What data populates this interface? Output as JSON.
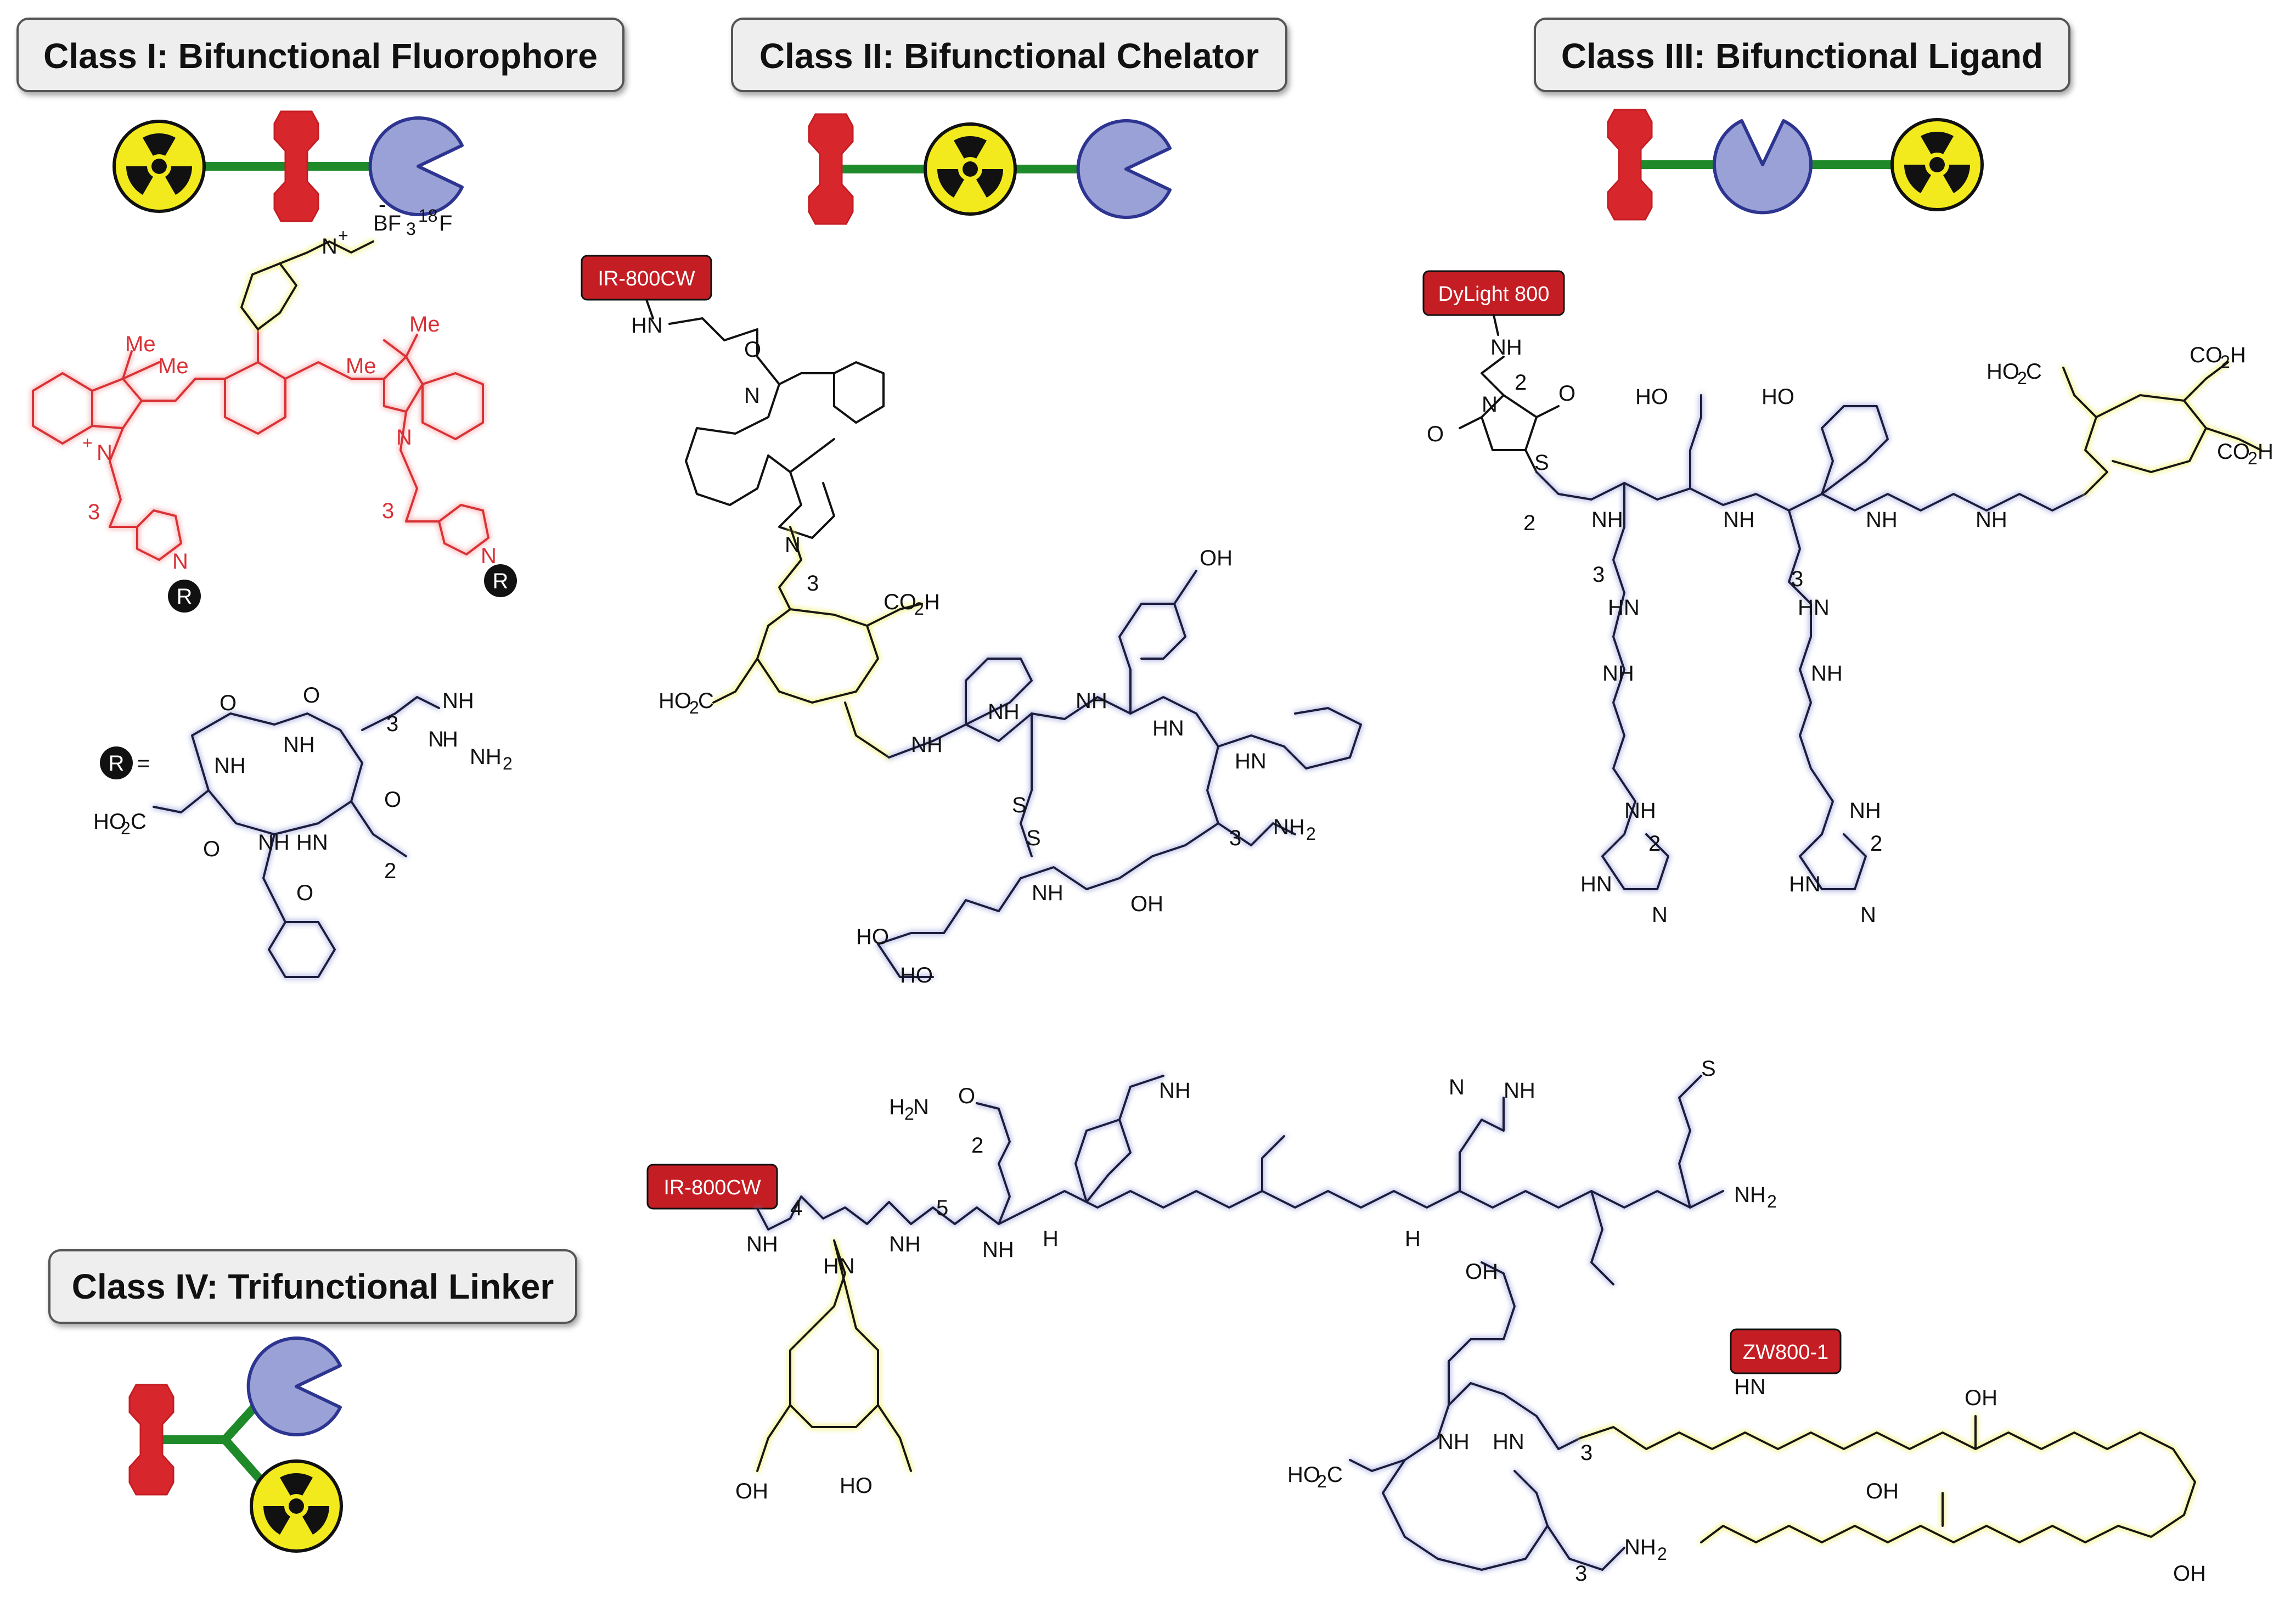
{
  "headers": {
    "class1": "Class I: Bifunctional Fluorophore",
    "class2": "Class II: Bifunctional Chelator",
    "class3": "Class III: Bifunctional Ligand",
    "class4": "Class IV: Trifunctional Linker"
  },
  "tags": {
    "ir800_top": "IR-800CW",
    "dylight": "DyLight 800",
    "ir800_bottom": "IR-800CW",
    "zw800": "ZW800-1"
  },
  "class1": {
    "bf3": "BF",
    "bf3_sub": "3",
    "f18_sup": "18",
    "f18": "F",
    "minus": "-",
    "n_plus": "N",
    "plus": "+",
    "me1": "Me",
    "me2": "Me",
    "me3": "Me",
    "me4": "Me",
    "n_left": "N",
    "n_left_plus": "+",
    "n_right": "N",
    "chain_left": "3",
    "chain_right": "3",
    "triazole_n": "N",
    "r_label": "R",
    "r_equals": "=",
    "peptide": {
      "nh1": "NH",
      "nh2": "NH",
      "nh3": "NH",
      "nh4": "HN",
      "nh5": "NH",
      "co2h": "HO",
      "co2h_rest": "C",
      "co2h_sub": "2",
      "guan_nh": "NH",
      "guan_n": "N",
      "guan_h": "H",
      "guan_nh2": "NH",
      "guan_nh2_sub": "2",
      "chain3": "3",
      "chain2": "2",
      "o": "O"
    }
  },
  "class2": {
    "hn": "HN",
    "o": "O",
    "n": "N",
    "chain3": "3",
    "co2h": "CO",
    "co2h_sub": "2",
    "co2h_h": "H",
    "ho2c": "HO",
    "ho2c_sub": "2",
    "ho2c_c": "C",
    "oh": "OH",
    "nh": "NH",
    "hn2": "HN",
    "s": "S",
    "nh2": "NH",
    "nh2_sub": "2",
    "ho": "HO",
    "h": "H",
    "chain3b": "3"
  },
  "class3": {
    "nh": "NH",
    "n": "N",
    "chain2": "2",
    "o": "O",
    "s": "S",
    "ho": "HO",
    "co2h": "CO",
    "co2h_sub": "2",
    "co2h_h": "H",
    "ho2c": "HO",
    "ho2c_sub": "2",
    "ho2c_c": "C",
    "hn": "HN",
    "h": "H",
    "chain3": "3",
    "chain3b": "3",
    "chain2b": "2",
    "chain2c": "2",
    "chain2d": "2"
  },
  "class4": {
    "h2n": "H",
    "h2n_sub": "2",
    "h2n_n": "N",
    "o": "O",
    "chain2": "2",
    "chain4": "4",
    "chain5": "5",
    "nh": "NH",
    "hn": "HN",
    "h": "H",
    "n": "N",
    "s": "S",
    "nh2": "NH",
    "nh2_sub": "2",
    "oh": "OH",
    "ho": "HO",
    "ho2c": "HO",
    "ho2c_sub": "2",
    "ho2c_c": "C",
    "chain3": "3",
    "chain3b": "3"
  },
  "colors": {
    "radioactive_yellow": "#f2ea1d",
    "radioactive_black": "#111111",
    "dye_red": "#d7262c",
    "pacman_blue": "#9aa1d6",
    "pacman_stroke": "#2d3591",
    "linker_green": "#1e8a2a",
    "navy_molecule": "#1b1d3d",
    "red_fluorophore": "#d93035",
    "yellow_chelator_glow": "#ecec6a",
    "tag_red": "#c41e24"
  },
  "icons": {
    "radioactive": "radioactive-trefoil-icon",
    "dye": "fluorophore-dye-icon",
    "ligand": "targeting-ligand-pacman-icon"
  }
}
